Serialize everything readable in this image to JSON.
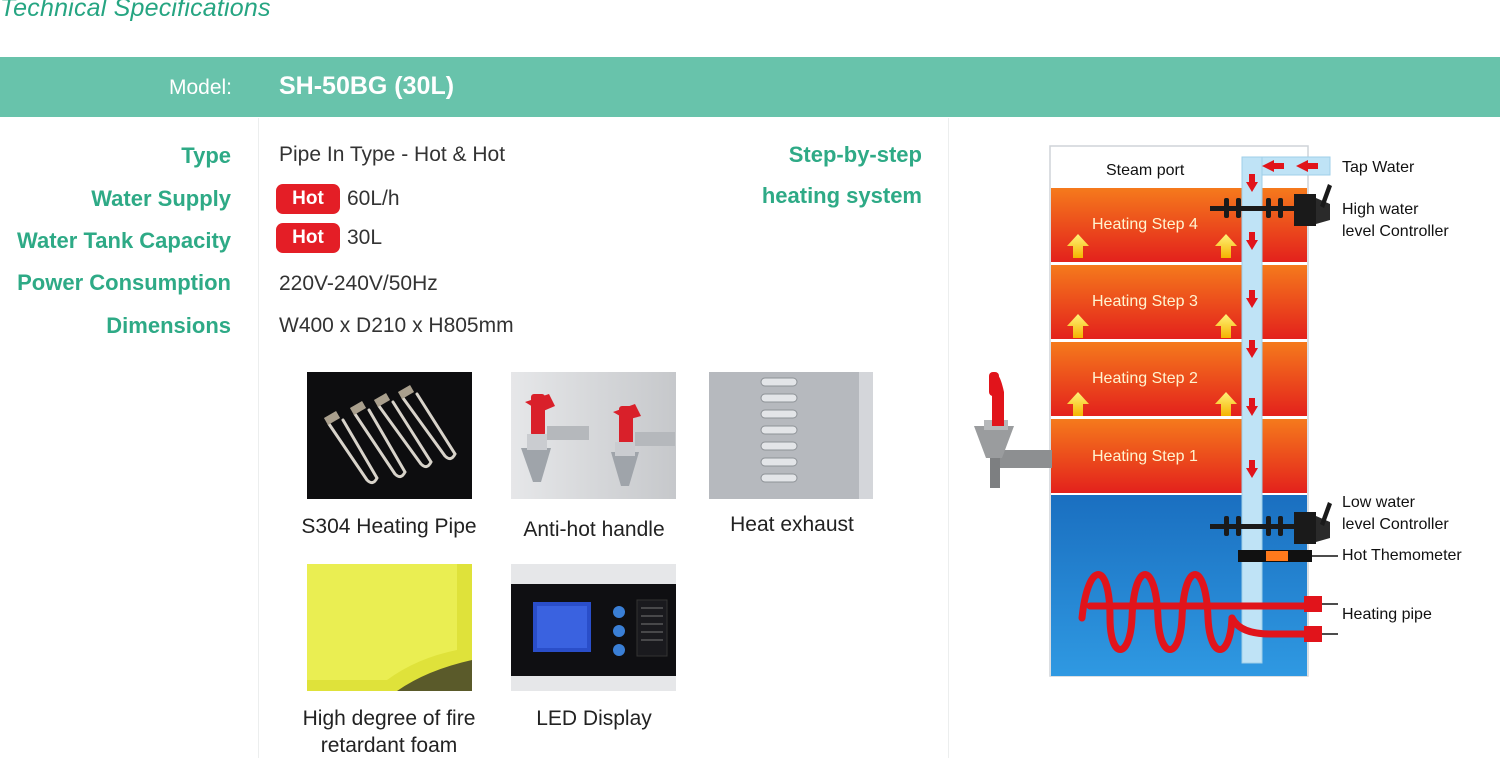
{
  "page": {
    "title": "Technical Specifications"
  },
  "model": {
    "label": "Model:",
    "value": "SH-50BG (30L)"
  },
  "specs": {
    "type": {
      "label": "Type",
      "value": "Pipe In Type - Hot & Hot"
    },
    "water_supply": {
      "label": "Water Supply",
      "badge": "Hot",
      "value": "60L/h"
    },
    "tank_capacity": {
      "label": "Water Tank Capacity",
      "badge": "Hot",
      "value": "30L"
    },
    "power": {
      "label": "Power Consumption",
      "value": "220V-240V/50Hz"
    },
    "dimensions": {
      "label": "Dimensions",
      "value": "W400 x D210 x H805mm"
    }
  },
  "features": [
    {
      "caption": "S304 Heating Pipe",
      "icon": "heating-pipe-photo"
    },
    {
      "caption": "Anti-hot handle",
      "icon": "tap-handle-photo"
    },
    {
      "caption": "Heat exhaust",
      "icon": "vent-photo"
    },
    {
      "caption_line1": "High degree of fire",
      "caption_line2": "retardant foam",
      "icon": "foam-photo"
    },
    {
      "caption": "LED Display",
      "icon": "display-photo"
    }
  ],
  "heating_system": {
    "title_line1": "Step-by-step",
    "title_line2": "heating system",
    "steam_port": "Steam port",
    "steps": [
      "Heating Step 4",
      "Heating Step 3",
      "Heating Step 2",
      "Heating Step 1"
    ],
    "labels": {
      "tap_water": "Tap Water",
      "high_level_1": "High water",
      "high_level_2": "level Controller",
      "low_level_1": "Low water",
      "low_level_2": "level Controller",
      "thermometer": "Hot Themometer",
      "heating_pipe": "Heating pipe"
    }
  },
  "colors": {
    "accent": "#2eaa86",
    "band": "#68c3ab",
    "hot": "#e41e26",
    "cold": "#1a6fc0"
  }
}
